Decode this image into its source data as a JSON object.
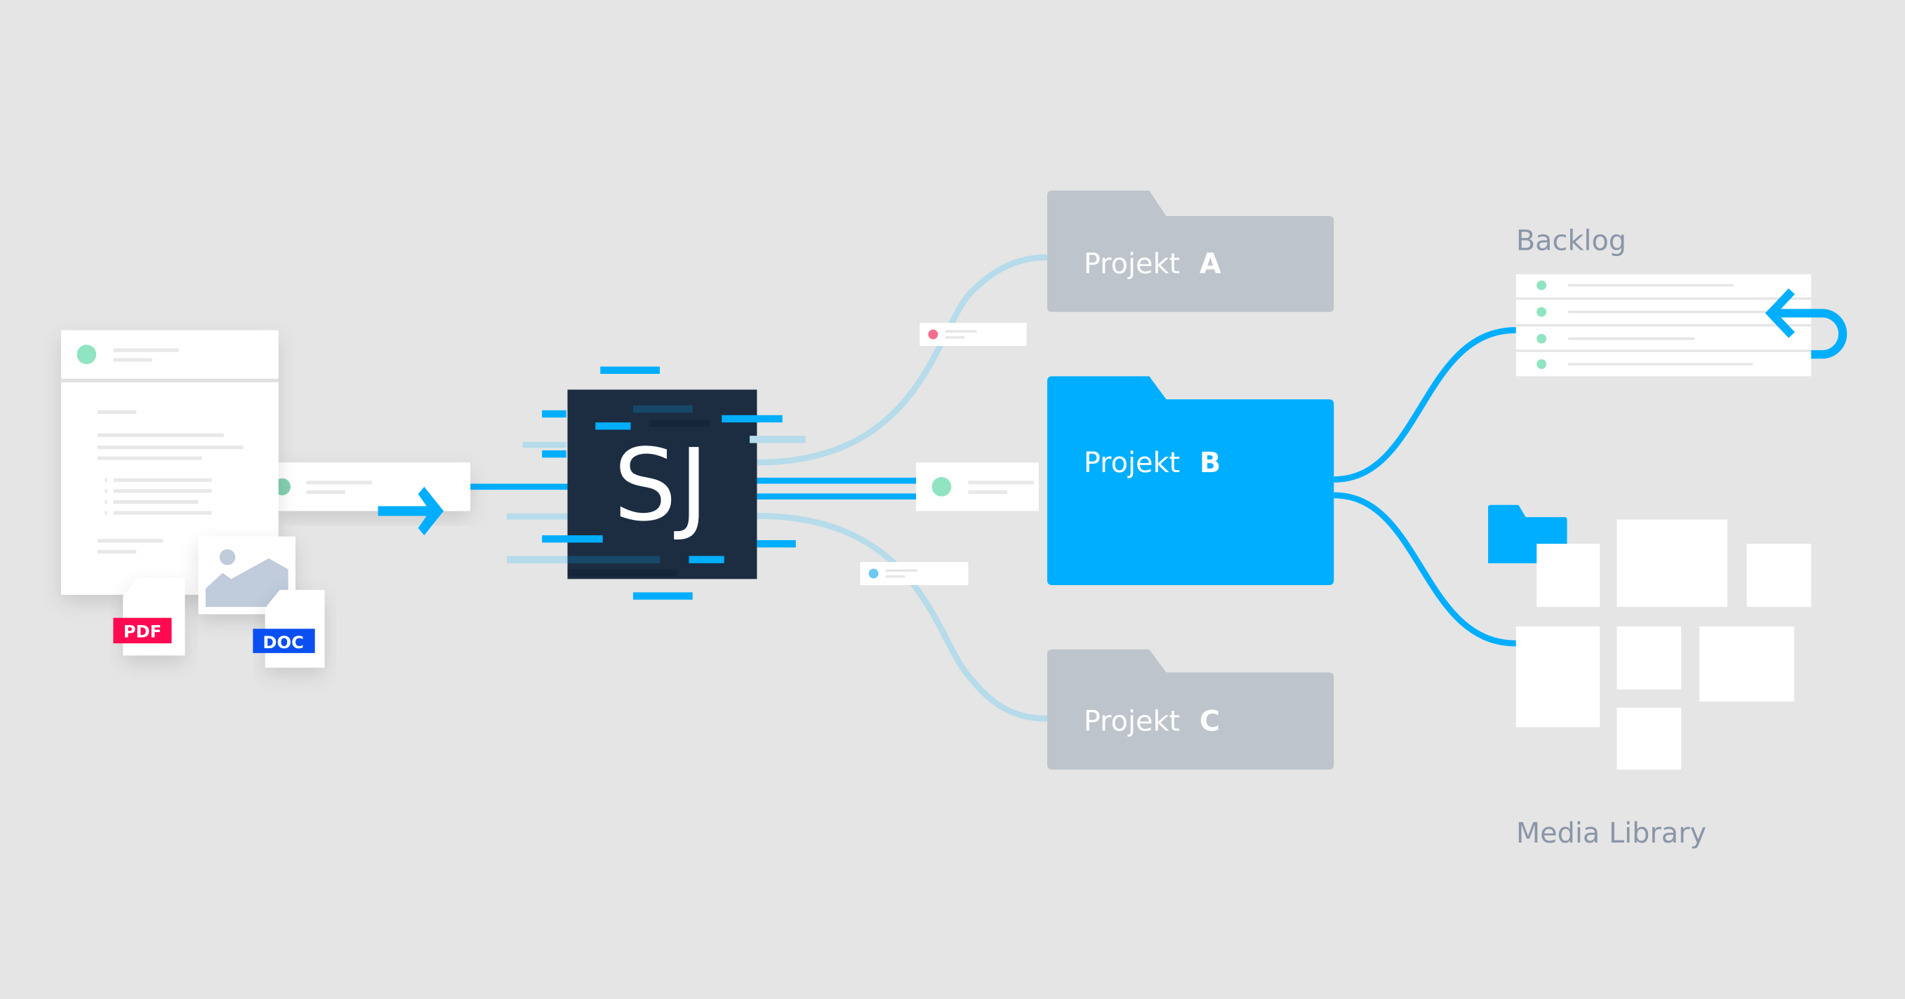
{
  "colors": {
    "background": "#e5e5e5",
    "accent": "#00aeff",
    "dark": "#1c2d42",
    "folder_gray": "#bec4cb",
    "light_line": "#b6dbea",
    "label": "#8a96a8",
    "pdf": "#ff0a50",
    "doc": "#0a4ff0",
    "green": "#90e4c1"
  },
  "files": {
    "pdf_label": "PDF",
    "doc_label": "DOC"
  },
  "logo": {
    "text": "SJ"
  },
  "projects": [
    {
      "prefix": "Projekt",
      "letter": "A",
      "active": false
    },
    {
      "prefix": "Projekt",
      "letter": "B",
      "active": true
    },
    {
      "prefix": "Projekt",
      "letter": "C",
      "active": false
    }
  ],
  "backlog": {
    "title": "Backlog",
    "rows": 4
  },
  "media_library": {
    "title": "Media Library"
  }
}
